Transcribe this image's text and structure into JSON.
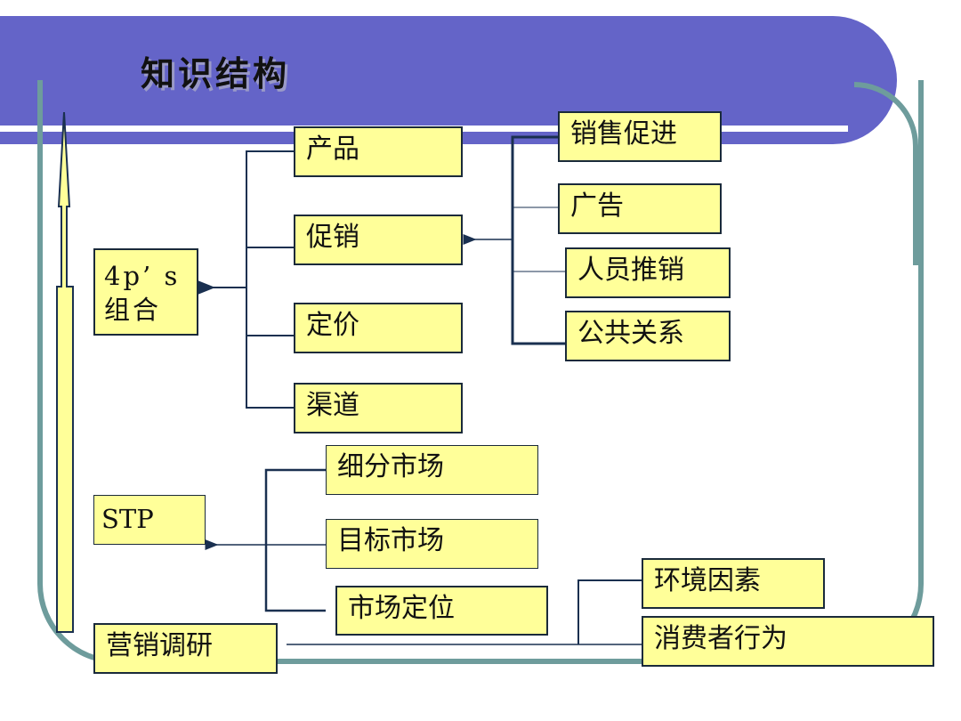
{
  "title": "知识结构",
  "colors": {
    "banner": "#6464c8",
    "box_fill": "#ffff99",
    "frame": "#6e9c9c",
    "line": "#1a3050"
  },
  "nodes": {
    "four_ps": "4p’ s 组合",
    "product": "产品",
    "promotion": "促销",
    "pricing": "定价",
    "channel": "渠道",
    "sales_promotion": "销售促进",
    "advertising": "广告",
    "personal_selling": "人员推销",
    "public_relations": "公共关系",
    "stp": "STP",
    "segmentation": "细分市场",
    "targeting": "目标市场",
    "positioning": "市场定位",
    "marketing_research": "营销调研",
    "environment": "环境因素",
    "consumer_behavior": "消费者行为"
  },
  "edges": [
    {
      "from": "product",
      "to": "four_ps"
    },
    {
      "from": "promotion",
      "to": "four_ps"
    },
    {
      "from": "pricing",
      "to": "four_ps"
    },
    {
      "from": "channel",
      "to": "four_ps"
    },
    {
      "from": "sales_promotion",
      "to": "promotion"
    },
    {
      "from": "advertising",
      "to": "promotion"
    },
    {
      "from": "personal_selling",
      "to": "promotion"
    },
    {
      "from": "public_relations",
      "to": "promotion"
    },
    {
      "from": "segmentation",
      "to": "stp"
    },
    {
      "from": "targeting",
      "to": "stp"
    },
    {
      "from": "positioning",
      "to": "stp"
    },
    {
      "from": "environment",
      "to": "marketing_research"
    },
    {
      "from": "consumer_behavior",
      "to": "marketing_research"
    }
  ]
}
